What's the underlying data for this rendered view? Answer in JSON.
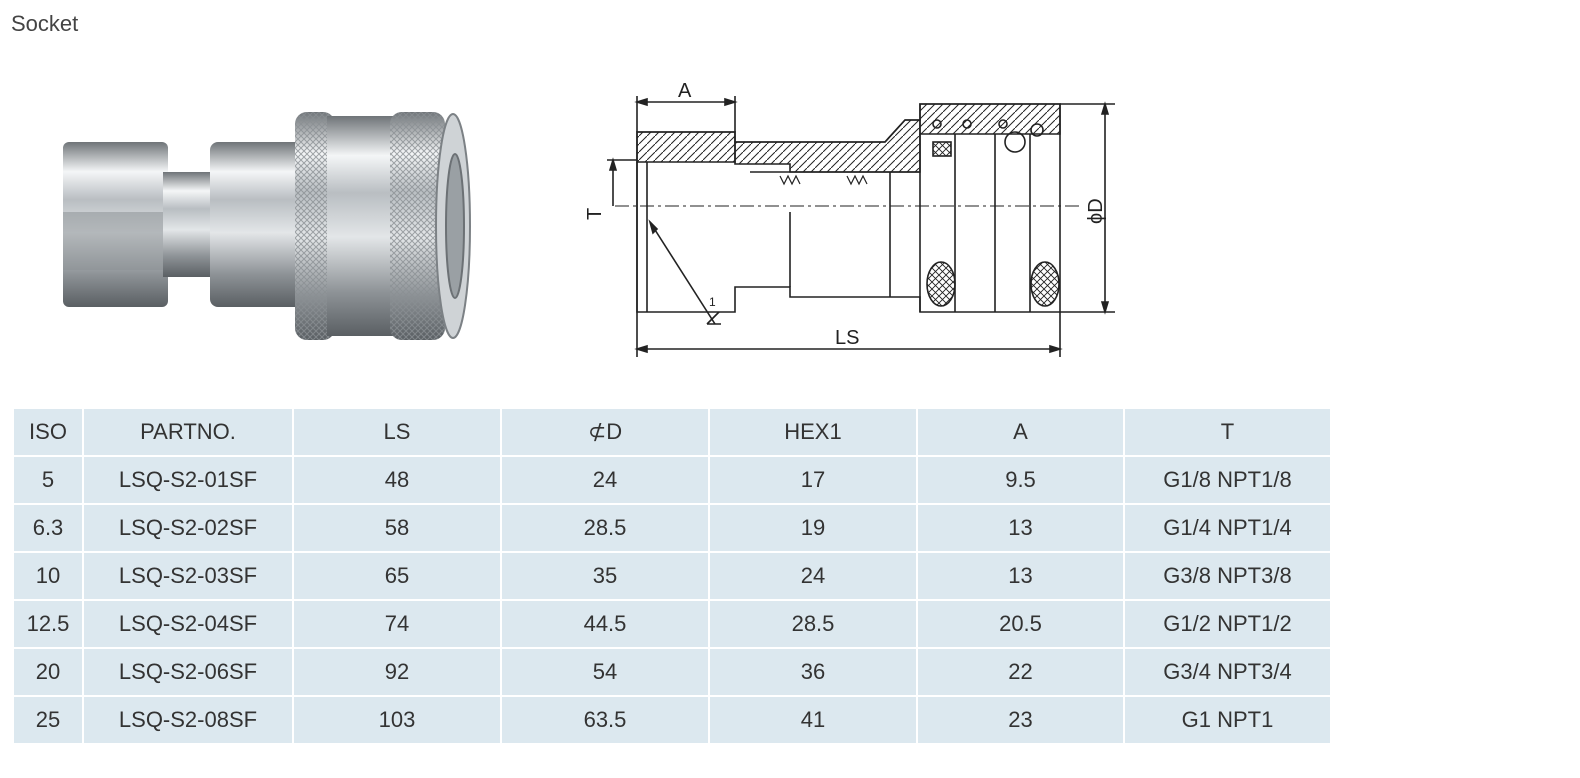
{
  "page": {
    "title": "Socket"
  },
  "drawing": {
    "labels": {
      "a": "A",
      "t": "T",
      "d": "ϕD",
      "ls": "LS",
      "thread": "1"
    }
  },
  "table": {
    "headers": [
      "ISO",
      "PARTNO.",
      "LS",
      "⊄D",
      "HEX1",
      "A",
      "T"
    ],
    "rows": [
      [
        "5",
        "LSQ-S2-01SF",
        "48",
        "24",
        "17",
        "9.5",
        "G1/8 NPT1/8"
      ],
      [
        "6.3",
        "LSQ-S2-02SF",
        "58",
        "28.5",
        "19",
        "13",
        "G1/4 NPT1/4"
      ],
      [
        "10",
        "LSQ-S2-03SF",
        "65",
        "35",
        "24",
        "13",
        "G3/8 NPT3/8"
      ],
      [
        "12.5",
        "LSQ-S2-04SF",
        "74",
        "44.5",
        "28.5",
        "20.5",
        "G1/2 NPT1/2"
      ],
      [
        "20",
        "LSQ-S2-06SF",
        "92",
        "54",
        "36",
        "22",
        "G3/4 NPT3/4"
      ],
      [
        "25",
        "LSQ-S2-08SF",
        "103",
        "63.5",
        "41",
        "23",
        "G1 NPT1"
      ]
    ]
  }
}
